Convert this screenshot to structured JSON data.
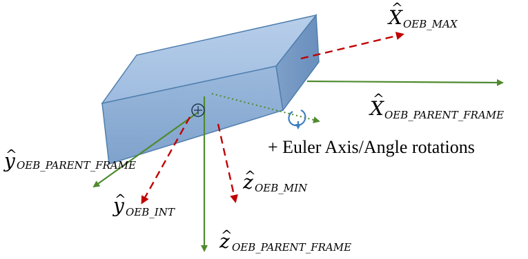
{
  "labels": {
    "x_max": {
      "letter": "X",
      "sub": "OEB_MAX"
    },
    "x_parent": {
      "letter": "X",
      "sub": "OEB_PARENT_FRAME"
    },
    "y_parent": {
      "letter": "y",
      "sub": "OEB_PARENT_FRAME"
    },
    "y_int": {
      "letter": "y",
      "sub": "OEB_INT"
    },
    "z_min": {
      "letter": "z",
      "sub": "OEB_MIN"
    },
    "z_parent": {
      "letter": "z",
      "sub": "OEB_PARENT_FRAME"
    }
  },
  "note": "+ Euler Axis/Angle rotations",
  "colors": {
    "parent_axis": "#4f8a2f",
    "oeb_axis": "#c00000",
    "box_front": "#8fb0d4",
    "box_top": "#a9c4e4",
    "box_side": "#7a9cc4",
    "box_edge": "#4f7fae",
    "rotation_arrow": "#3e7fc1"
  }
}
